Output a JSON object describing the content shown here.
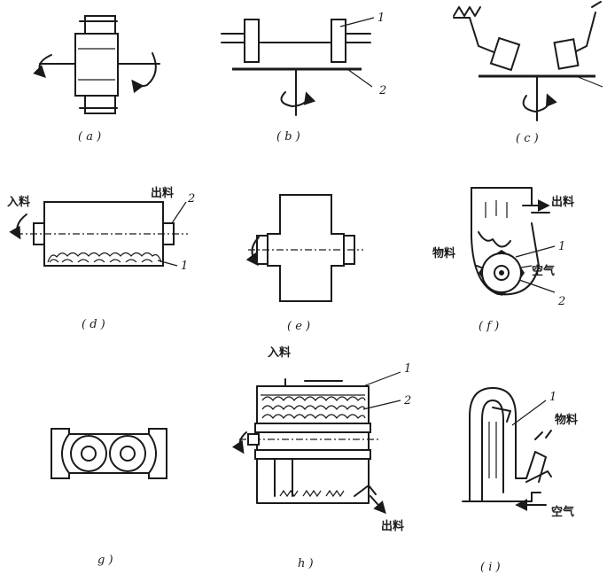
{
  "panels": [
    {
      "id": "a",
      "caption": "( a )",
      "labels": []
    },
    {
      "id": "b",
      "caption": "( b )",
      "labels": [
        {
          "text": "1"
        },
        {
          "text": "2"
        }
      ]
    },
    {
      "id": "c",
      "caption": "( c )",
      "labels": []
    },
    {
      "id": "d",
      "caption": "( d )",
      "labels": [
        {
          "text": "入料"
        },
        {
          "text": "出料"
        },
        {
          "text": "2"
        },
        {
          "text": "1"
        }
      ]
    },
    {
      "id": "e",
      "caption": "( e )",
      "labels": []
    },
    {
      "id": "f",
      "caption": "( f )",
      "labels": [
        {
          "text": "出料"
        },
        {
          "text": "物料"
        },
        {
          "text": "1"
        },
        {
          "text": "空气"
        },
        {
          "text": "2"
        }
      ]
    },
    {
      "id": "g",
      "caption": "g )",
      "labels": []
    },
    {
      "id": "h",
      "caption": "h )",
      "labels": [
        {
          "text": "入料"
        },
        {
          "text": "1"
        },
        {
          "text": "2"
        },
        {
          "text": "出料"
        }
      ]
    },
    {
      "id": "i",
      "caption": "( i )",
      "labels": [
        {
          "text": "1"
        },
        {
          "text": "物料"
        },
        {
          "text": "空气"
        }
      ]
    }
  ]
}
